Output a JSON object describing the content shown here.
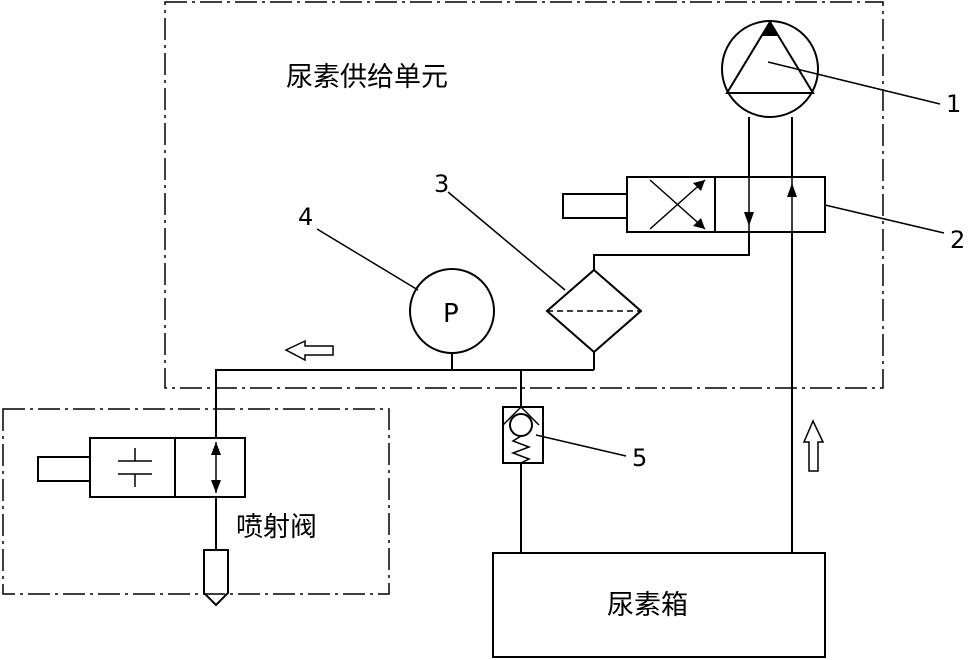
{
  "units": {
    "supply_unit": "尿素供给单元",
    "injection_valve": "喷射阀",
    "urea_tank": "尿素箱"
  },
  "components": {
    "pump": "1",
    "directional_valve": "2",
    "filter": "3",
    "pressure_sensor": "4",
    "check_valve": "5",
    "pressure_symbol": "P"
  }
}
